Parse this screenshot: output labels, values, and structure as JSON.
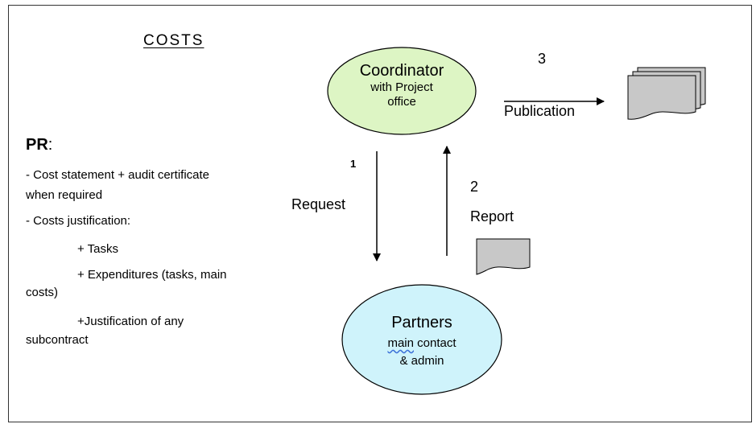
{
  "title": "COSTS",
  "pr": {
    "heading_bold": "PR",
    "heading_colon": ":",
    "items": {
      "cost_statement_1": "- Cost statement + audit certificate",
      "cost_statement_2": "when required",
      "costs_justification": "- Costs justification:",
      "tasks": "+ Tasks",
      "expenditures_1": "+ Expenditures (tasks, main",
      "expenditures_2": "costs)",
      "subcontract_1": "+Justification of any",
      "subcontract_2": "subcontract"
    }
  },
  "coordinator": {
    "title": "Coordinator",
    "line2": "with Project",
    "line3": "office",
    "fill": "#ddf5c4"
  },
  "partners": {
    "title": "Partners",
    "line2_underlined": "main",
    "line2_rest": " contact",
    "line3": "& admin",
    "fill": "#cff3fb"
  },
  "steps": {
    "request_number": "1",
    "request_label": "Request",
    "report_number": "2",
    "report_label": "Report",
    "publication_number": "3",
    "publication_label": "Publication"
  },
  "colors": {
    "doc_fill": "#c8c8c8",
    "stroke": "#000000"
  }
}
